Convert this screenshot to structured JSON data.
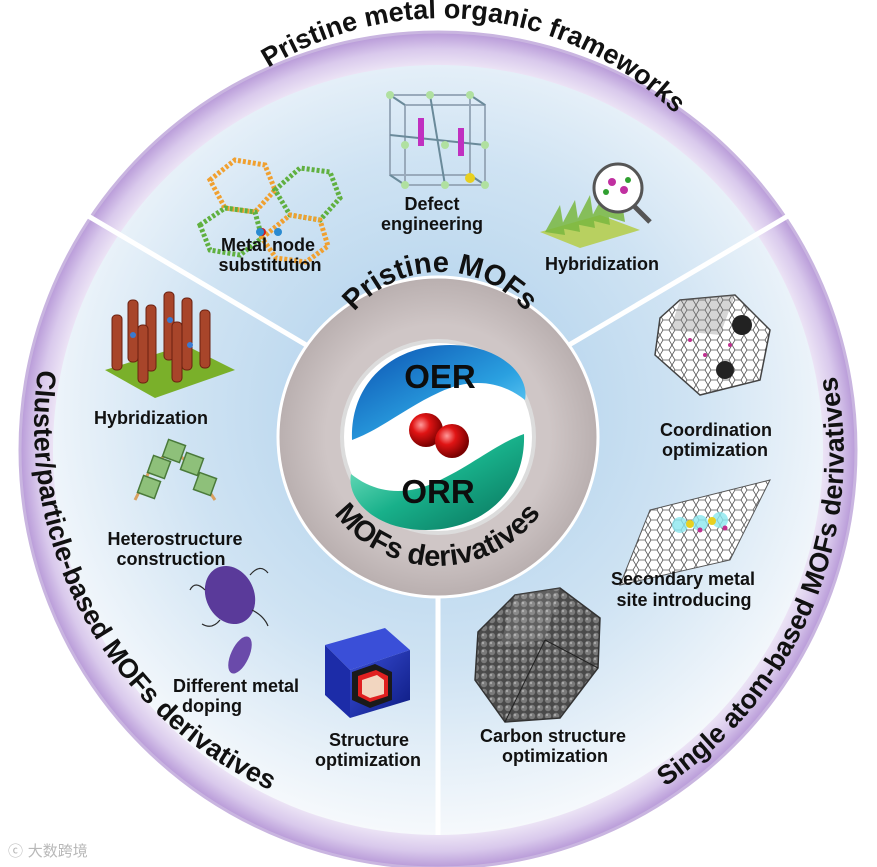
{
  "ring": {
    "top": "Pristine metal organic frameworks",
    "left": "Cluster/particle-based MOFs derivatives",
    "right": "Single atom-based MOFs derivatives"
  },
  "center": {
    "top": "Pristine MOFs",
    "bottom": "MOFs derivatives",
    "oer": "OER",
    "orr": "ORR"
  },
  "pristine": {
    "metal_node_1": "Metal node",
    "metal_node_2": "substitution",
    "defect_1": "Defect",
    "defect_2": "engineering",
    "hybrid": "Hybridization"
  },
  "cluster": {
    "hybrid": "Hybridization",
    "hetero_1": "Heterostructure",
    "hetero_2": "construction",
    "doping_1": "Different metal",
    "doping_2": "doping",
    "structure_1": "Structure",
    "structure_2": "optimization"
  },
  "single_atom": {
    "coord_1": "Coordination",
    "coord_2": "optimization",
    "secondary_1": "Secondary metal",
    "secondary_2": "site introducing",
    "carbon_1": "Carbon structure",
    "carbon_2": "optimization"
  },
  "watermark": "大数跨境",
  "colors": {
    "ring_outer": "#e8e4f0",
    "ring_purple": "#b99ad6",
    "inner_blue": "#bcd8ee",
    "center_gray": "#c9c0c0",
    "oer_blue": "#1a6fc9",
    "orr_green": "#1fa88a",
    "oxygen_red": "#e01818"
  }
}
